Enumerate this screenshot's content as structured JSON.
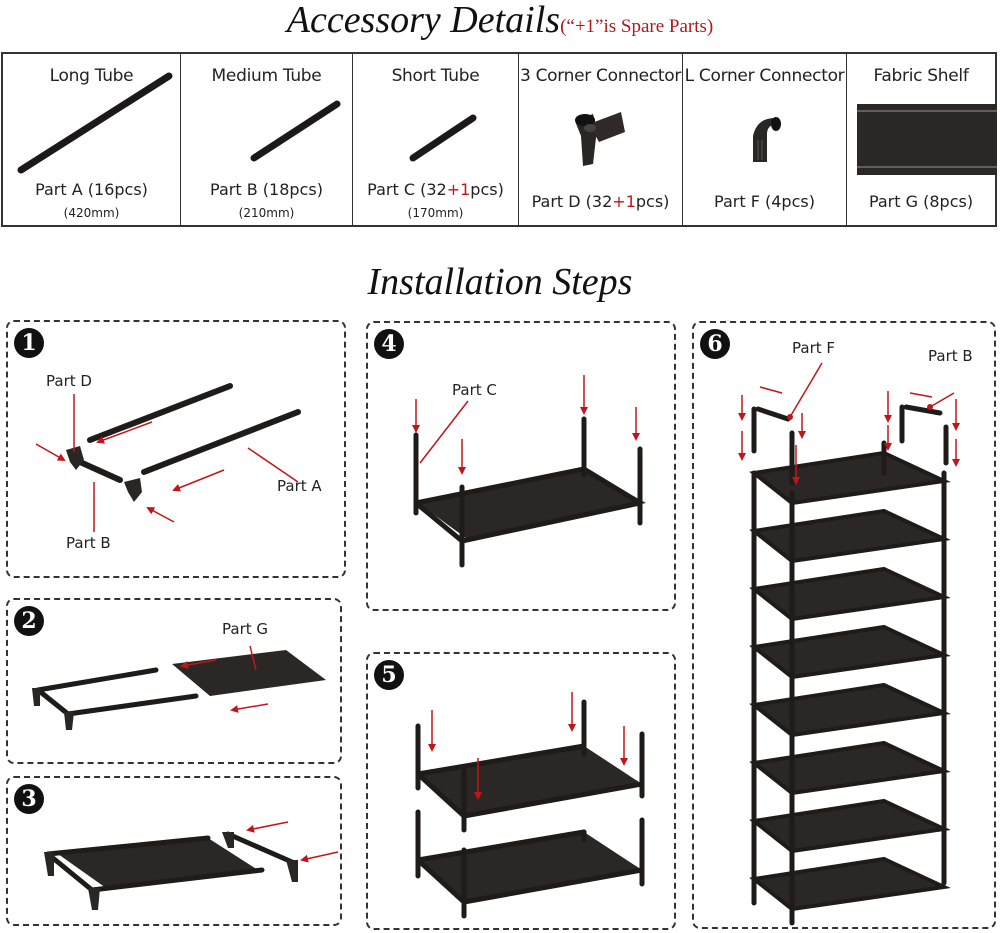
{
  "header": {
    "title": "Accessory Details",
    "subtitle": "(“+1”is Spare Parts)"
  },
  "parts": [
    {
      "name": "Long Tube",
      "part_label": "Part A",
      "qty": "(16pcs)",
      "size": "(420mm)"
    },
    {
      "name": "Medium Tube",
      "part_label": "Part B",
      "qty": "(18pcs)",
      "size": "(210mm)"
    },
    {
      "name": "Short Tube",
      "part_label": "Part C",
      "qty_prefix": "(32",
      "qty_spare": "+1",
      "qty_suffix": "pcs)",
      "size": "(170mm)"
    },
    {
      "name": "3 Corner Connector",
      "part_label": "Part D",
      "qty_prefix": "(32",
      "qty_spare": "+1",
      "qty_suffix": "pcs)"
    },
    {
      "name": "L Corner Connector",
      "part_label": "Part F",
      "qty": "(4pcs)"
    },
    {
      "name": "Fabric Shelf",
      "part_label": "Part G",
      "qty": "(8pcs)"
    }
  ],
  "installation": {
    "title": "Installation Steps",
    "steps": [
      {
        "number": "1",
        "labels": [
          "Part D",
          "Part A",
          "Part B"
        ]
      },
      {
        "number": "2",
        "labels": [
          "Part G"
        ]
      },
      {
        "number": "3",
        "labels": []
      },
      {
        "number": "4",
        "labels": [
          "Part C"
        ]
      },
      {
        "number": "5",
        "labels": []
      },
      {
        "number": "6",
        "labels": [
          "Part F",
          "Part B"
        ]
      }
    ]
  },
  "colors": {
    "accent_red": "#c0161b",
    "frame_black": "#1e1b19",
    "fabric": "#2b2724"
  }
}
